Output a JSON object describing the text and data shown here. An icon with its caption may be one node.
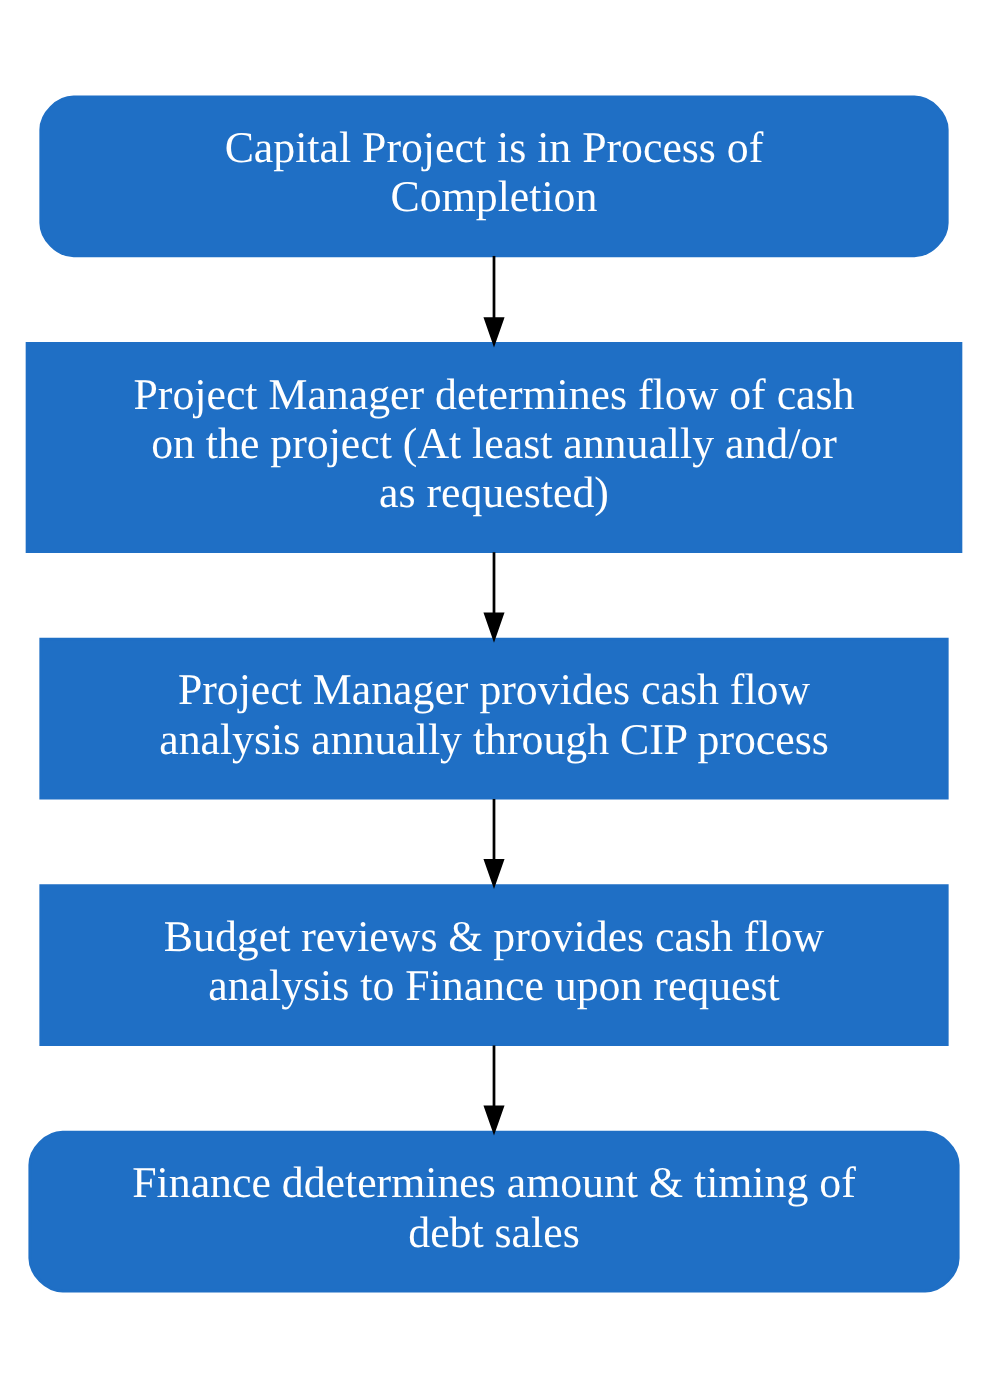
{
  "diagram": {
    "nodes": [
      {
        "text": [
          "Capital Project is in Process of Completion"
        ]
      },
      {
        "text": [
          "Project Manager determines flow of cash on the project (At least annually and/or as requested)"
        ]
      },
      {
        "text": [
          "Project Manager provides cash flow analysis annually through CIP process"
        ]
      },
      {
        "text": [
          "Budget reviews & provides cash flow analysis to Finance upon request"
        ]
      },
      {
        "text": [
          "Finance ddetermines amount & timing of debt sales"
        ]
      }
    ],
    "edges": [
      {
        "from": 0,
        "to": 1,
        "arrow": "to"
      },
      {
        "from": 1,
        "to": 2,
        "arrow": "to"
      },
      {
        "from": 2,
        "to": 3,
        "arrow": "to"
      },
      {
        "from": 3,
        "to": 4,
        "arrow": "to"
      }
    ]
  }
}
